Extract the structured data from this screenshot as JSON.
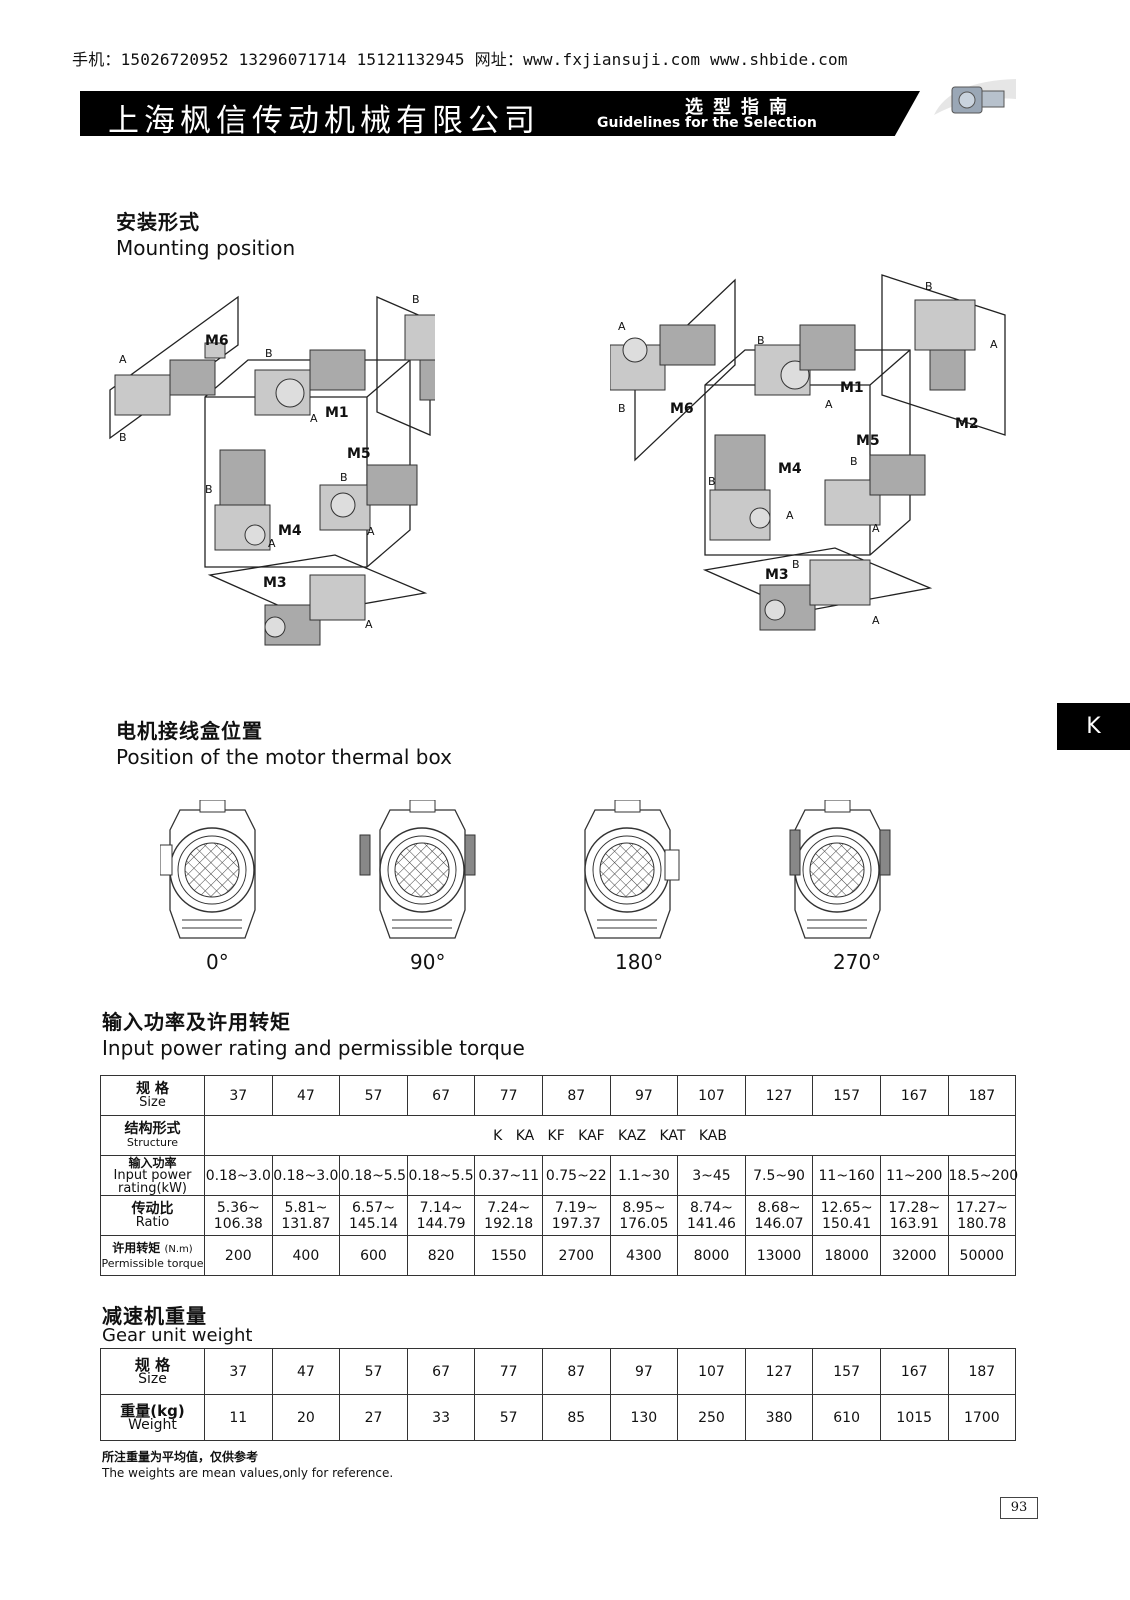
{
  "header": {
    "contact": "手机：15026720952  13296071714  15121132945 网址：www.fxjiansuji.com  www.shbide.com",
    "company": "上海枫信传动机械有限公司",
    "guide_cn": "选型指南",
    "guide_en": "Guidelines for the Selection"
  },
  "side_tab": "K",
  "mounting": {
    "title_cn": "安装形式",
    "title_en": "Mounting position",
    "labels": [
      "M1",
      "M2",
      "M3",
      "M4",
      "M5",
      "M6",
      "A",
      "B"
    ]
  },
  "thermal": {
    "title_cn": "电机接线盒位置",
    "title_en": "Position of the motor thermal box",
    "angles": [
      "0°",
      "90°",
      "180°",
      "270°"
    ]
  },
  "power_table": {
    "title_cn": "输入功率及许用转矩",
    "title_en": "Input power rating and permissible torque",
    "size_label_cn": "规 格",
    "size_label_en": "Size",
    "sizes": [
      "37",
      "47",
      "57",
      "67",
      "77",
      "87",
      "97",
      "107",
      "127",
      "157",
      "167",
      "187"
    ],
    "structure_label_cn": "结构形式",
    "structure_label_en": "Structure",
    "structure_value": "K   KA   KF   KAF   KAZ   KAT   KAB",
    "power_label_cn": "输入功率",
    "power_label_en": "Input power",
    "power_label_en2": "rating(kW)",
    "power": [
      "0.18~3.0",
      "0.18~3.0",
      "0.18~5.5",
      "0.18~5.5",
      "0.37~11",
      "0.75~22",
      "1.1~30",
      "3~45",
      "7.5~90",
      "11~160",
      "11~200",
      "18.5~200"
    ],
    "ratio_label_cn": "传动比",
    "ratio_label_en": "Ratio",
    "ratio_min": [
      "5.36~",
      "5.81~",
      "6.57~",
      "7.14~",
      "7.24~",
      "7.19~",
      "8.95~",
      "8.74~",
      "8.68~",
      "12.65~",
      "17.28~",
      "17.27~"
    ],
    "ratio_max": [
      "106.38",
      "131.87",
      "145.14",
      "144.79",
      "192.18",
      "197.37",
      "176.05",
      "141.46",
      "146.07",
      "150.41",
      "163.91",
      "180.78"
    ],
    "torque_label_cn": "许用转矩",
    "torque_unit": "(N.m)",
    "torque_label_en": "Permissible torque",
    "torque": [
      "200",
      "400",
      "600",
      "820",
      "1550",
      "2700",
      "4300",
      "8000",
      "13000",
      "18000",
      "32000",
      "50000"
    ]
  },
  "weight_table": {
    "title_cn": "减速机重量",
    "title_en": "Gear unit weight",
    "size_label_cn": "规 格",
    "size_label_en": "Size",
    "sizes": [
      "37",
      "47",
      "57",
      "67",
      "77",
      "87",
      "97",
      "107",
      "127",
      "157",
      "167",
      "187"
    ],
    "weight_label_cn": "重量(kg)",
    "weight_label_en": "Weight",
    "weights": [
      "11",
      "20",
      "27",
      "33",
      "57",
      "85",
      "130",
      "250",
      "380",
      "610",
      "1015",
      "1700"
    ]
  },
  "note_cn": "所注重量为平均值，仅供参考",
  "note_en": "The weights are mean values,only for reference.",
  "page_number": "93"
}
